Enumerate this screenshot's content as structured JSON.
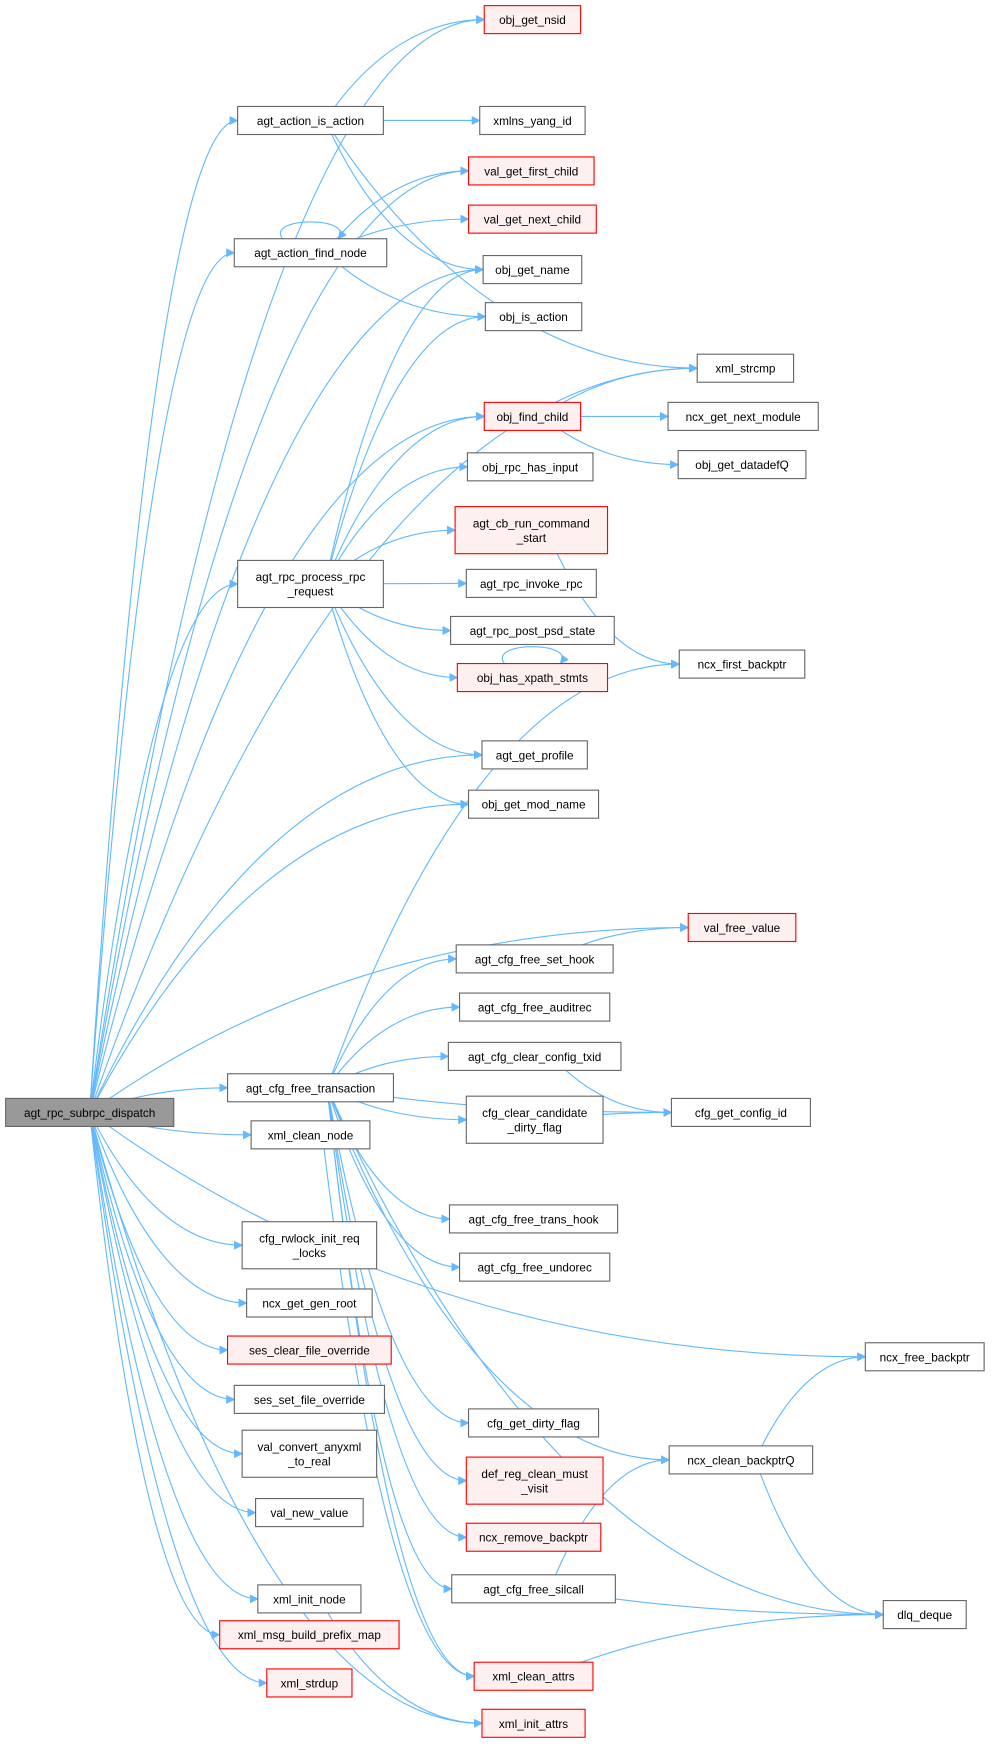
{
  "colors": {
    "edge": "#63b8ff",
    "root_fill": "#999999",
    "normal_border": "#666666",
    "normal_fill": "#ffffff",
    "red_border": "#ff0000",
    "red_fill": "#fff0f0"
  },
  "nodes": [
    {
      "id": "agt_rpc_subrpc_dispatch",
      "lines": [
        "agt_rpc_subrpc_dispatch"
      ],
      "kind": "root"
    },
    {
      "id": "agt_action_is_action",
      "lines": [
        "agt_action_is_action"
      ],
      "kind": "normal"
    },
    {
      "id": "agt_action_find_node",
      "lines": [
        "agt_action_find_node"
      ],
      "kind": "normal"
    },
    {
      "id": "agt_rpc_process_rpc_request",
      "lines": [
        "agt_rpc_process_rpc",
        "_request"
      ],
      "kind": "normal"
    },
    {
      "id": "agt_cfg_free_transaction",
      "lines": [
        "agt_cfg_free_transaction"
      ],
      "kind": "normal"
    },
    {
      "id": "xml_clean_node",
      "lines": [
        "xml_clean_node"
      ],
      "kind": "normal"
    },
    {
      "id": "cfg_rwlock_init_req_locks",
      "lines": [
        "cfg_rwlock_init_req",
        "_locks"
      ],
      "kind": "normal"
    },
    {
      "id": "ncx_get_gen_root",
      "lines": [
        "ncx_get_gen_root"
      ],
      "kind": "normal"
    },
    {
      "id": "ses_clear_file_override",
      "lines": [
        "ses_clear_file_override"
      ],
      "kind": "red"
    },
    {
      "id": "ses_set_file_override",
      "lines": [
        "ses_set_file_override"
      ],
      "kind": "normal"
    },
    {
      "id": "val_convert_anyxml_to_real",
      "lines": [
        "val_convert_anyxml",
        "_to_real"
      ],
      "kind": "normal"
    },
    {
      "id": "val_new_value",
      "lines": [
        "val_new_value"
      ],
      "kind": "normal"
    },
    {
      "id": "xml_init_node",
      "lines": [
        "xml_init_node"
      ],
      "kind": "normal"
    },
    {
      "id": "xml_msg_build_prefix_map",
      "lines": [
        "xml_msg_build_prefix_map"
      ],
      "kind": "red"
    },
    {
      "id": "xml_strdup",
      "lines": [
        "xml_strdup"
      ],
      "kind": "red"
    },
    {
      "id": "obj_get_nsid",
      "lines": [
        "obj_get_nsid"
      ],
      "kind": "red"
    },
    {
      "id": "xmlns_yang_id",
      "lines": [
        "xmlns_yang_id"
      ],
      "kind": "normal"
    },
    {
      "id": "val_get_first_child",
      "lines": [
        "val_get_first_child"
      ],
      "kind": "red"
    },
    {
      "id": "val_get_next_child",
      "lines": [
        "val_get_next_child"
      ],
      "kind": "red"
    },
    {
      "id": "obj_get_name",
      "lines": [
        "obj_get_name"
      ],
      "kind": "normal"
    },
    {
      "id": "obj_is_action",
      "lines": [
        "obj_is_action"
      ],
      "kind": "normal"
    },
    {
      "id": "obj_find_child",
      "lines": [
        "obj_find_child"
      ],
      "kind": "red"
    },
    {
      "id": "obj_rpc_has_input",
      "lines": [
        "obj_rpc_has_input"
      ],
      "kind": "normal"
    },
    {
      "id": "agt_cb_run_command_start",
      "lines": [
        "agt_cb_run_command",
        "_start"
      ],
      "kind": "red"
    },
    {
      "id": "agt_rpc_invoke_rpc",
      "lines": [
        "agt_rpc_invoke_rpc"
      ],
      "kind": "normal"
    },
    {
      "id": "agt_rpc_post_psd_state",
      "lines": [
        "agt_rpc_post_psd_state"
      ],
      "kind": "normal"
    },
    {
      "id": "obj_has_xpath_stmts",
      "lines": [
        "obj_has_xpath_stmts"
      ],
      "kind": "red"
    },
    {
      "id": "agt_get_profile",
      "lines": [
        "agt_get_profile"
      ],
      "kind": "normal"
    },
    {
      "id": "obj_get_mod_name",
      "lines": [
        "obj_get_mod_name"
      ],
      "kind": "normal"
    },
    {
      "id": "agt_cfg_free_set_hook",
      "lines": [
        "agt_cfg_free_set_hook"
      ],
      "kind": "normal"
    },
    {
      "id": "agt_cfg_free_auditrec",
      "lines": [
        "agt_cfg_free_auditrec"
      ],
      "kind": "normal"
    },
    {
      "id": "agt_cfg_clear_config_txid",
      "lines": [
        "agt_cfg_clear_config_txid"
      ],
      "kind": "normal"
    },
    {
      "id": "cfg_clear_candidate_dirty_flag",
      "lines": [
        "cfg_clear_candidate",
        "_dirty_flag"
      ],
      "kind": "normal"
    },
    {
      "id": "agt_cfg_free_trans_hook",
      "lines": [
        "agt_cfg_free_trans_hook"
      ],
      "kind": "normal"
    },
    {
      "id": "agt_cfg_free_undorec",
      "lines": [
        "agt_cfg_free_undorec"
      ],
      "kind": "normal"
    },
    {
      "id": "cfg_get_dirty_flag",
      "lines": [
        "cfg_get_dirty_flag"
      ],
      "kind": "normal"
    },
    {
      "id": "def_reg_clean_must_visit",
      "lines": [
        "def_reg_clean_must",
        "_visit"
      ],
      "kind": "red"
    },
    {
      "id": "ncx_remove_backptr",
      "lines": [
        "ncx_remove_backptr"
      ],
      "kind": "red"
    },
    {
      "id": "agt_cfg_free_silcall",
      "lines": [
        "agt_cfg_free_silcall"
      ],
      "kind": "normal"
    },
    {
      "id": "xml_clean_attrs",
      "lines": [
        "xml_clean_attrs"
      ],
      "kind": "red"
    },
    {
      "id": "xml_init_attrs",
      "lines": [
        "xml_init_attrs"
      ],
      "kind": "red"
    },
    {
      "id": "val_free_value",
      "lines": [
        "val_free_value"
      ],
      "kind": "red"
    },
    {
      "id": "xml_strcmp",
      "lines": [
        "xml_strcmp"
      ],
      "kind": "normal"
    },
    {
      "id": "ncx_get_next_module",
      "lines": [
        "ncx_get_next_module"
      ],
      "kind": "normal"
    },
    {
      "id": "obj_get_datadefQ",
      "lines": [
        "obj_get_datadefQ"
      ],
      "kind": "normal"
    },
    {
      "id": "ncx_first_backptr",
      "lines": [
        "ncx_first_backptr"
      ],
      "kind": "normal"
    },
    {
      "id": "cfg_get_config_id",
      "lines": [
        "cfg_get_config_id"
      ],
      "kind": "normal"
    },
    {
      "id": "ncx_clean_backptrQ",
      "lines": [
        "ncx_clean_backptrQ"
      ],
      "kind": "normal"
    },
    {
      "id": "ncx_free_backptr",
      "lines": [
        "ncx_free_backptr"
      ],
      "kind": "normal"
    },
    {
      "id": "dlq_deque",
      "lines": [
        "dlq_deque"
      ],
      "kind": "normal"
    }
  ],
  "edges": [
    [
      "agt_rpc_subrpc_dispatch",
      "obj_get_nsid"
    ],
    [
      "agt_rpc_subrpc_dispatch",
      "agt_action_is_action"
    ],
    [
      "agt_rpc_subrpc_dispatch",
      "val_get_first_child"
    ],
    [
      "agt_rpc_subrpc_dispatch",
      "agt_action_find_node"
    ],
    [
      "agt_rpc_subrpc_dispatch",
      "obj_get_name"
    ],
    [
      "agt_rpc_subrpc_dispatch",
      "xml_strcmp"
    ],
    [
      "agt_rpc_subrpc_dispatch",
      "obj_find_child"
    ],
    [
      "agt_rpc_subrpc_dispatch",
      "agt_rpc_process_rpc_request"
    ],
    [
      "agt_rpc_subrpc_dispatch",
      "agt_get_profile"
    ],
    [
      "agt_rpc_subrpc_dispatch",
      "obj_get_mod_name"
    ],
    [
      "agt_rpc_subrpc_dispatch",
      "val_free_value"
    ],
    [
      "agt_rpc_subrpc_dispatch",
      "agt_cfg_free_transaction"
    ],
    [
      "agt_rpc_subrpc_dispatch",
      "xml_clean_node"
    ],
    [
      "agt_rpc_subrpc_dispatch",
      "cfg_rwlock_init_req_locks"
    ],
    [
      "agt_rpc_subrpc_dispatch",
      "ncx_get_gen_root"
    ],
    [
      "agt_rpc_subrpc_dispatch",
      "ses_clear_file_override"
    ],
    [
      "agt_rpc_subrpc_dispatch",
      "ses_set_file_override"
    ],
    [
      "agt_rpc_subrpc_dispatch",
      "val_convert_anyxml_to_real"
    ],
    [
      "agt_rpc_subrpc_dispatch",
      "val_new_value"
    ],
    [
      "agt_rpc_subrpc_dispatch",
      "xml_init_node"
    ],
    [
      "agt_rpc_subrpc_dispatch",
      "xml_msg_build_prefix_map"
    ],
    [
      "agt_rpc_subrpc_dispatch",
      "xml_strdup"
    ],
    [
      "agt_rpc_subrpc_dispatch",
      "ncx_free_backptr"
    ],
    [
      "agt_rpc_subrpc_dispatch",
      "xml_init_attrs"
    ],
    [
      "agt_action_is_action",
      "obj_get_nsid"
    ],
    [
      "agt_action_is_action",
      "xmlns_yang_id"
    ],
    [
      "agt_action_is_action",
      "xml_strcmp"
    ],
    [
      "agt_action_is_action",
      "obj_get_name"
    ],
    [
      "agt_action_find_node",
      "agt_action_find_node"
    ],
    [
      "agt_action_find_node",
      "val_get_first_child"
    ],
    [
      "agt_action_find_node",
      "val_get_next_child"
    ],
    [
      "agt_action_find_node",
      "obj_is_action"
    ],
    [
      "agt_rpc_process_rpc_request",
      "obj_get_name"
    ],
    [
      "agt_rpc_process_rpc_request",
      "obj_is_action"
    ],
    [
      "agt_rpc_process_rpc_request",
      "obj_find_child"
    ],
    [
      "agt_rpc_process_rpc_request",
      "obj_rpc_has_input"
    ],
    [
      "agt_rpc_process_rpc_request",
      "agt_cb_run_command_start"
    ],
    [
      "agt_rpc_process_rpc_request",
      "agt_rpc_invoke_rpc"
    ],
    [
      "agt_rpc_process_rpc_request",
      "agt_rpc_post_psd_state"
    ],
    [
      "agt_rpc_process_rpc_request",
      "obj_has_xpath_stmts"
    ],
    [
      "agt_rpc_process_rpc_request",
      "agt_get_profile"
    ],
    [
      "agt_rpc_process_rpc_request",
      "obj_get_mod_name"
    ],
    [
      "obj_find_child",
      "xml_strcmp"
    ],
    [
      "obj_find_child",
      "ncx_get_next_module"
    ],
    [
      "obj_find_child",
      "obj_get_datadefQ"
    ],
    [
      "agt_cb_run_command_start",
      "ncx_first_backptr"
    ],
    [
      "obj_has_xpath_stmts",
      "obj_has_xpath_stmts"
    ],
    [
      "agt_cfg_free_transaction",
      "ncx_first_backptr"
    ],
    [
      "agt_cfg_free_transaction",
      "agt_cfg_free_set_hook"
    ],
    [
      "agt_cfg_free_transaction",
      "agt_cfg_free_auditrec"
    ],
    [
      "agt_cfg_free_transaction",
      "agt_cfg_clear_config_txid"
    ],
    [
      "agt_cfg_free_transaction",
      "cfg_clear_candidate_dirty_flag"
    ],
    [
      "agt_cfg_free_transaction",
      "cfg_get_config_id"
    ],
    [
      "agt_cfg_free_transaction",
      "agt_cfg_free_trans_hook"
    ],
    [
      "agt_cfg_free_transaction",
      "agt_cfg_free_undorec"
    ],
    [
      "agt_cfg_free_transaction",
      "cfg_get_dirty_flag"
    ],
    [
      "agt_cfg_free_transaction",
      "def_reg_clean_must_visit"
    ],
    [
      "agt_cfg_free_transaction",
      "ncx_remove_backptr"
    ],
    [
      "agt_cfg_free_transaction",
      "agt_cfg_free_silcall"
    ],
    [
      "agt_cfg_free_transaction",
      "xml_clean_attrs"
    ],
    [
      "agt_cfg_free_transaction",
      "ncx_clean_backptrQ"
    ],
    [
      "agt_cfg_free_transaction",
      "dlq_deque"
    ],
    [
      "agt_cfg_free_set_hook",
      "val_free_value"
    ],
    [
      "agt_cfg_clear_config_txid",
      "cfg_get_config_id"
    ],
    [
      "cfg_clear_candidate_dirty_flag",
      "cfg_get_config_id"
    ],
    [
      "xml_clean_node",
      "xml_clean_attrs"
    ],
    [
      "xml_init_node",
      "xml_init_attrs"
    ],
    [
      "ncx_clean_backptrQ",
      "ncx_free_backptr"
    ],
    [
      "ncx_clean_backptrQ",
      "dlq_deque"
    ],
    [
      "agt_cfg_free_silcall",
      "ncx_clean_backptrQ"
    ],
    [
      "agt_cfg_free_silcall",
      "dlq_deque"
    ],
    [
      "xml_clean_attrs",
      "dlq_deque"
    ]
  ]
}
